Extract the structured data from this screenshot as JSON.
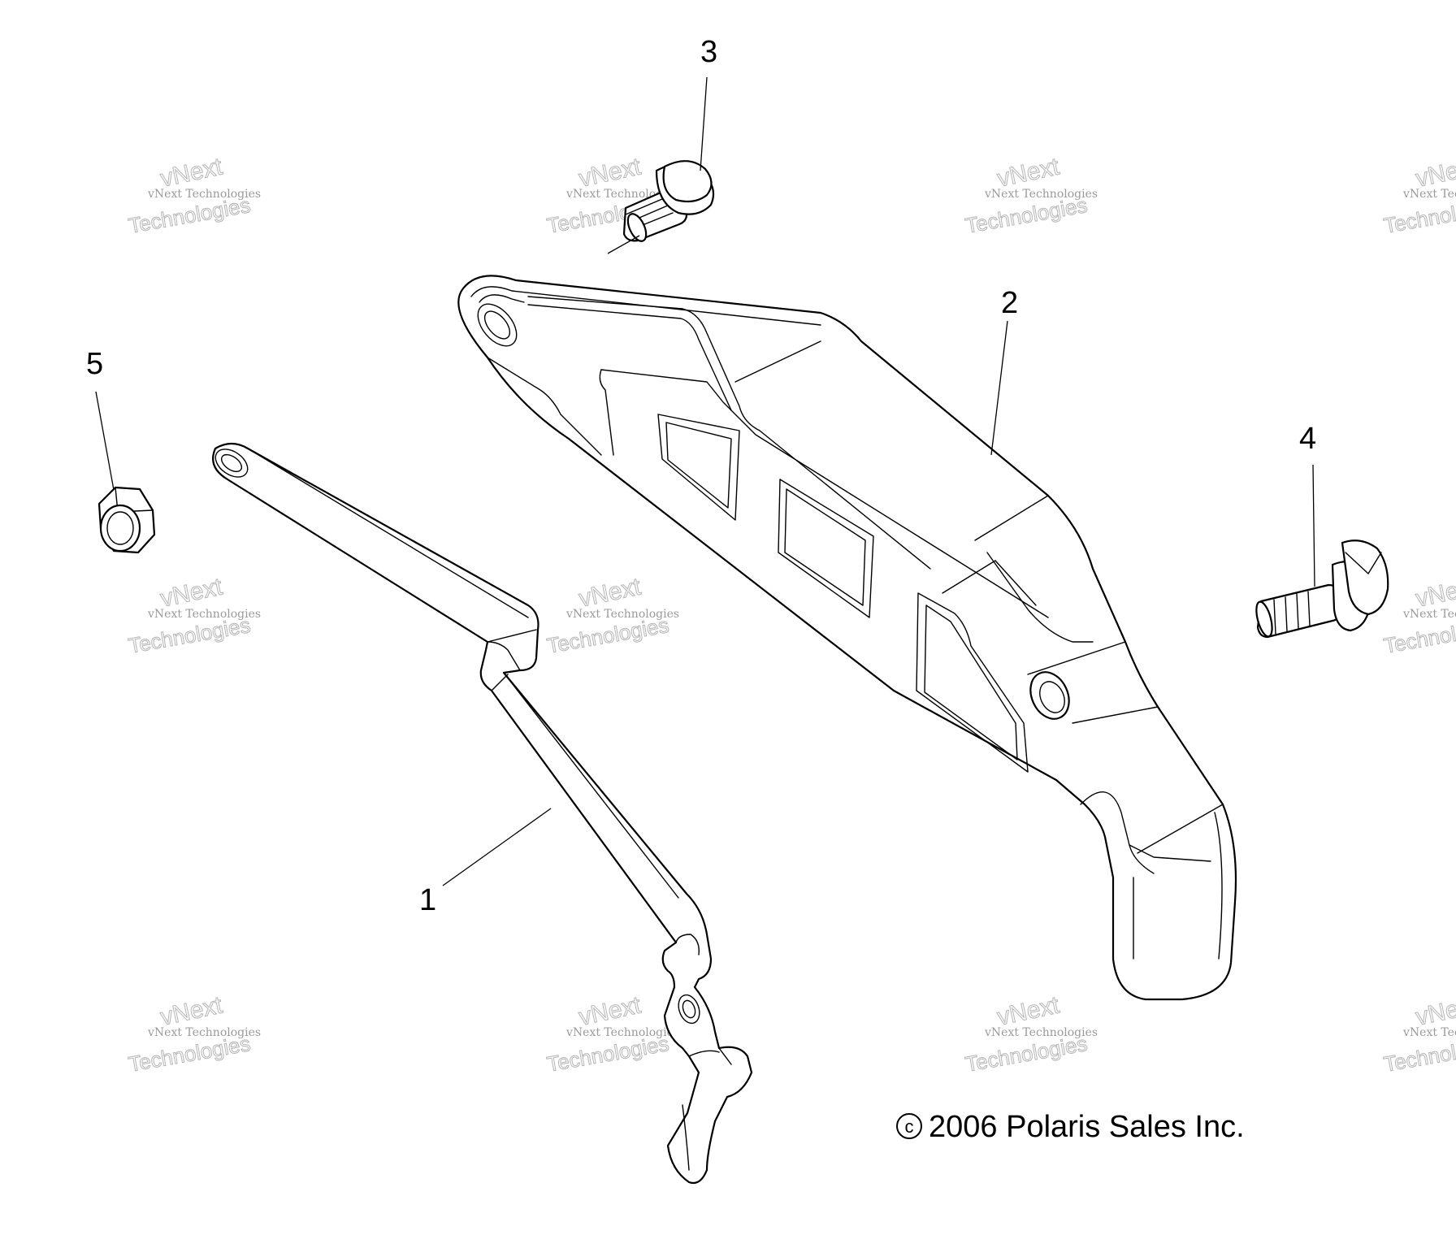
{
  "callouts": {
    "c1": "1",
    "c2": "2",
    "c3": "3",
    "c4": "4",
    "c5": "5"
  },
  "copyright": {
    "symbol": "c",
    "text": "2006 Polaris Sales Inc."
  },
  "watermark": {
    "line_small": "vNext Technologies",
    "line_top": "vNext",
    "line_bottom": "Technologies"
  }
}
